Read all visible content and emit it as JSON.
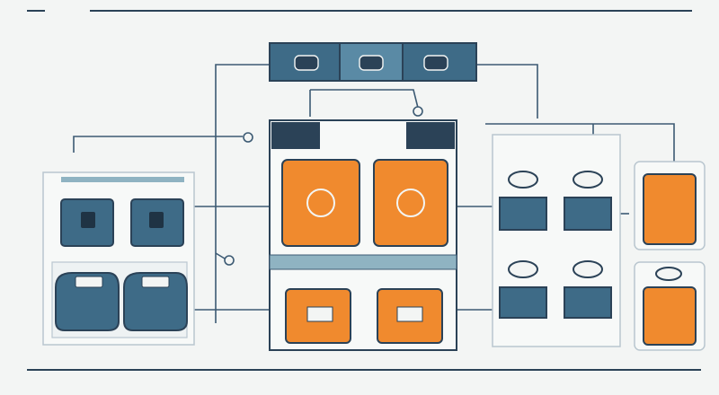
{
  "colors": {
    "background": "#f3f5f4",
    "line": "#3c5a73",
    "teal": "#3e6b87",
    "teal_light": "#8fb3c2",
    "orange": "#f08a2e",
    "orange_dark": "#c9651b",
    "panel_outline": "#b9c6cf",
    "dark_navy": "#2b4257"
  },
  "components": {
    "top_rack": {
      "units": 3,
      "icon": "server-rack-icon"
    },
    "left_devices": {
      "upper_units": 2,
      "lower_units": 2,
      "icons": [
        "monitor-icon",
        "bag-icon"
      ]
    },
    "center_cabinet": {
      "upper_modules": 2,
      "lower_modules": 2,
      "icons": [
        "control-dial-icon",
        "screen-icon"
      ]
    },
    "right_panel": {
      "rows": 2,
      "units_per_row": 2,
      "icons": [
        "face-sensor-icon",
        "stacked-bar-icon"
      ]
    },
    "far_right_modules": {
      "count": 2,
      "icon": "orange-module-icon"
    }
  }
}
